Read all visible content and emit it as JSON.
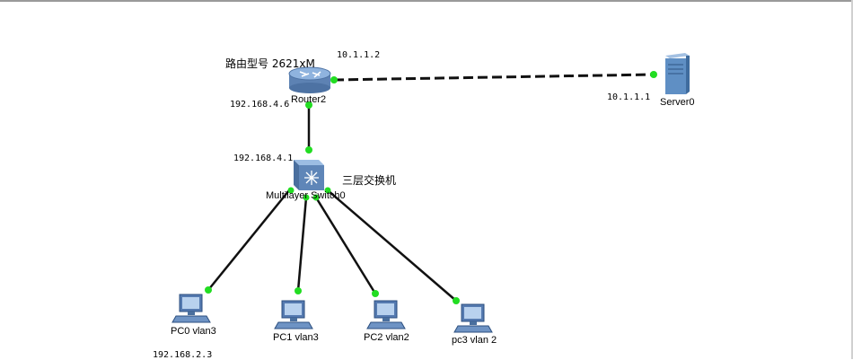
{
  "devices": {
    "router": {
      "name": "Router2",
      "model_note": "路由型号 2621xM"
    },
    "switch": {
      "name": "Multilayer Switch0",
      "note": "三层交换机"
    },
    "server": {
      "name": "Server0"
    },
    "pc0": {
      "name": "PC0 vlan3"
    },
    "pc1": {
      "name": "PC1 vlan3"
    },
    "pc2": {
      "name": "PC2 vlan2"
    },
    "pc3": {
      "name": "pc3 vlan 2"
    }
  },
  "addresses": {
    "router_wan": "10.1.1.2",
    "server": "10.1.1.1",
    "router_lan": "192.168.4.6",
    "switch_uplink": "192.168.4.1",
    "pc0": "192.168.2.3"
  },
  "colors": {
    "link": "#111111",
    "port_up": "#22dd22",
    "router_body": "#6d94c4",
    "switch_body": "#7a9fc9",
    "server_body": "#5f8fc4",
    "pc_body": "#6a8fbe"
  },
  "icons": {
    "router": "router-icon",
    "switch": "multilayer-switch-icon",
    "server": "server-icon",
    "pc": "pc-icon"
  }
}
